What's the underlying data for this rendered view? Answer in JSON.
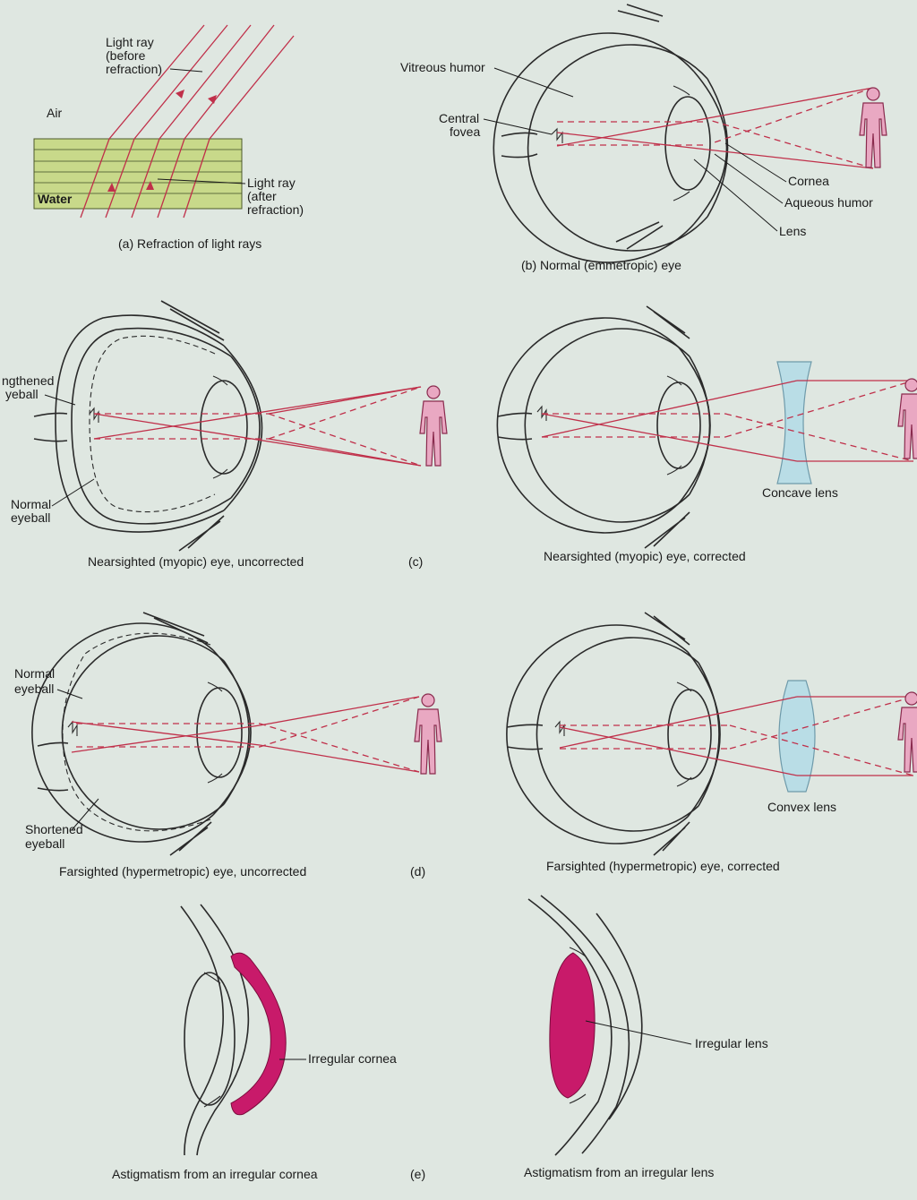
{
  "panel_a": {
    "light_before_1": "Light ray",
    "light_before_2": "(before",
    "light_before_3": "refraction)",
    "air": "Air",
    "water": "Water",
    "light_after_1": "Light ray",
    "light_after_2": "(after",
    "light_after_3": "refraction)",
    "caption": "(a)  Refraction of light rays"
  },
  "panel_b": {
    "vitreous": "Vitreous humor",
    "fovea_1": "Central",
    "fovea_2": "fovea",
    "cornea": "Cornea",
    "aqueous": "Aqueous humor",
    "lens": "Lens",
    "caption": "(b)  Normal (emmetropic) eye"
  },
  "panel_c": {
    "lengthened_1": "ngthened",
    "lengthened_2": "yeball",
    "normal_1": "Normal",
    "normal_2": "eyeball",
    "caption_left": "Nearsighted (myopic) eye, uncorrected",
    "letter": "(c)",
    "concave": "Concave lens",
    "caption_right": "Nearsighted (myopic) eye, corrected"
  },
  "panel_d": {
    "normal_1": "Normal",
    "normal_2": "eyeball",
    "shortened_1": "Shortened",
    "shortened_2": "eyeball",
    "caption_left": "Farsighted (hypermetropic) eye, uncorrected",
    "letter": "(d)",
    "convex": "Convex lens",
    "caption_right": "Farsighted (hypermetropic) eye, corrected"
  },
  "panel_e": {
    "irregular_cornea": "Irregular cornea",
    "irregular_lens": "Irregular lens",
    "caption_left": "Astigmatism from an irregular cornea",
    "letter": "(e)",
    "caption_right": "Astigmatism from an irregular lens"
  },
  "colors": {
    "background": "#dfe7e1",
    "ray": "#c0304a",
    "figure": "#e9a8c2",
    "water": "#c8d98a",
    "lens_glass": "#b9dde6",
    "irregular": "#c81a6a"
  }
}
